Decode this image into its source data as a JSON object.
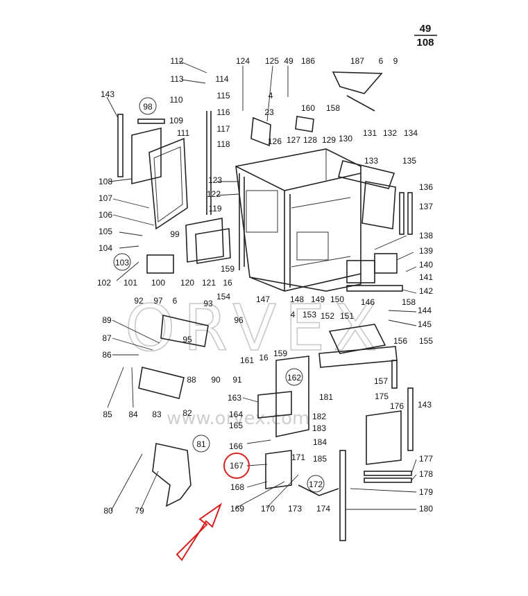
{
  "page": {
    "numerator": "49",
    "denominator": "108"
  },
  "watermark": {
    "logo": "ORVEX",
    "url": "www.orvex.com"
  },
  "highlight": {
    "part": "167",
    "color": "#d62020"
  },
  "group_badges": [
    "98",
    "103",
    "162",
    "81",
    "172"
  ],
  "callouts": [
    "112",
    "113",
    "114",
    "115",
    "116",
    "117",
    "118",
    "143",
    "110",
    "109",
    "111",
    "108",
    "107",
    "106",
    "105",
    "104",
    "102",
    "101",
    "100",
    "120",
    "121",
    "119",
    "99",
    "124",
    "125",
    "49",
    "186",
    "187",
    "6",
    "9",
    "4",
    "23",
    "160",
    "158",
    "126",
    "127",
    "128",
    "129",
    "130",
    "131",
    "132",
    "134",
    "133",
    "135",
    "123",
    "122",
    "136",
    "137",
    "138",
    "139",
    "140",
    "141",
    "142",
    "159",
    "16",
    "154",
    "147",
    "148",
    "149",
    "150",
    "158",
    "144",
    "145",
    "146",
    "151",
    "152",
    "153",
    "4",
    "92",
    "97",
    "6",
    "93",
    "96",
    "89",
    "87",
    "86",
    "85",
    "84",
    "83",
    "82",
    "88",
    "90",
    "91",
    "95",
    "161",
    "16",
    "159",
    "156",
    "155",
    "157",
    "163",
    "164",
    "165",
    "166",
    "167",
    "168",
    "169",
    "170",
    "171",
    "173",
    "174",
    "175",
    "176",
    "143",
    "177",
    "178",
    "179",
    "180",
    "181",
    "182",
    "183",
    "184",
    "185",
    "80",
    "79"
  ]
}
